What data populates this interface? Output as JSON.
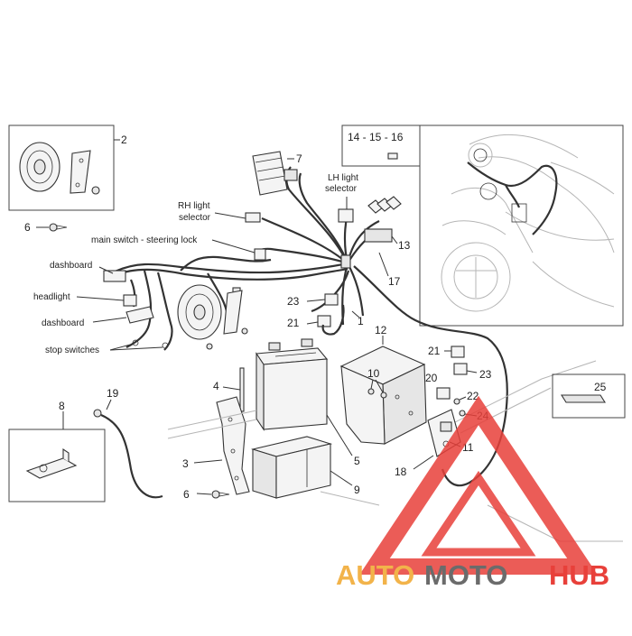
{
  "labels": {
    "rh_light": [
      "RH light",
      "selector"
    ],
    "lh_light": [
      "LH light",
      "selector"
    ],
    "main_switch": "main switch - steering lock",
    "dashboard_top": "dashboard",
    "headlight": "headlight",
    "dashboard_bottom": "dashboard",
    "stop_switches": "stop switches"
  },
  "parts": {
    "p1": "1",
    "p2": "2",
    "p3": "3",
    "p4": "4",
    "p5": "5",
    "p6a": "6",
    "p6b": "6",
    "p7": "7",
    "p8": "8",
    "p9": "9",
    "p10": "10",
    "p11": "11",
    "p12": "12",
    "p13": "13",
    "p17": "17",
    "p18": "18",
    "p19": "19",
    "p20": "20",
    "p21a": "21",
    "p21b": "21",
    "p22": "22",
    "p23a": "23",
    "p23b": "23",
    "p24": "24",
    "p25": "25",
    "p141516": "14 - 15 - 16"
  },
  "watermark": {
    "auto": "AUTO",
    "moto": "MOTO",
    "hub": "HUB"
  },
  "colors": {
    "watermark_red": "#e8403a",
    "watermark_orange": "#f2b34a",
    "watermark_gray": "#6b6b6b"
  }
}
